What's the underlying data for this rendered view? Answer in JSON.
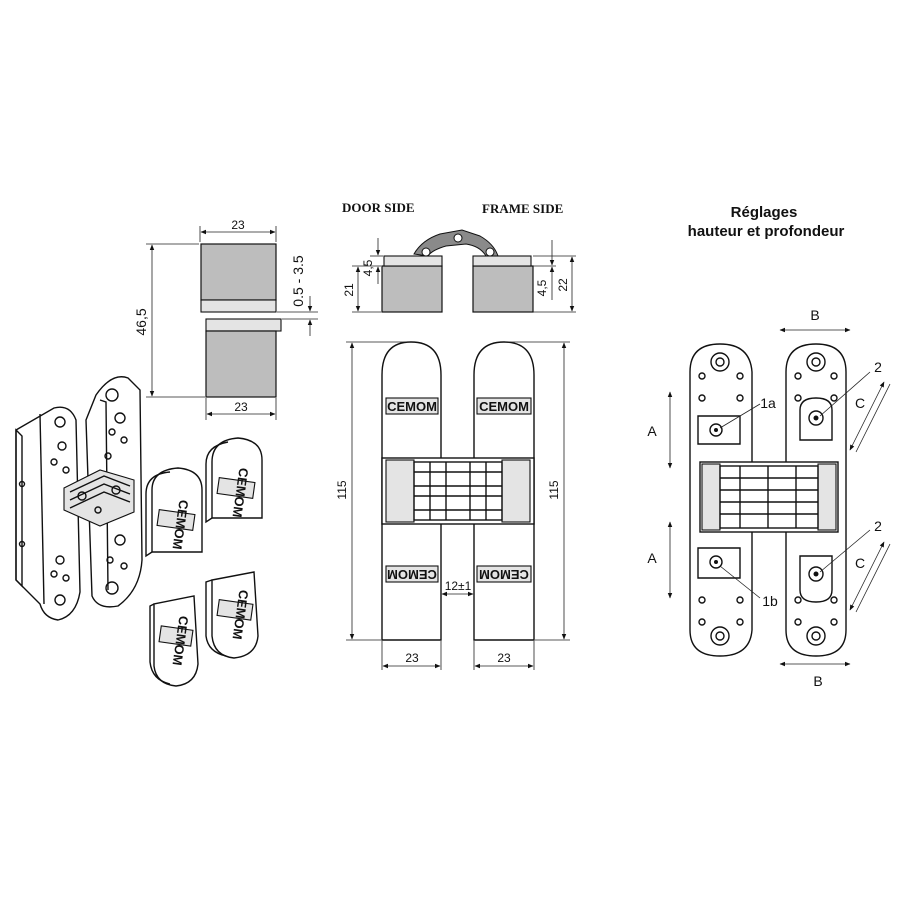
{
  "headings": {
    "door_side": "DOOR SIDE",
    "frame_side": "FRAME SIDE",
    "adjust_line1": "Réglages",
    "adjust_line2": "hauteur et profondeur"
  },
  "brand": "CEMOM",
  "dims_left": {
    "top_width": "23",
    "bottom_width": "23",
    "height": "46,5",
    "gap": "0.5 - 3.5"
  },
  "dims_side": {
    "door_h": "21",
    "door_step": "4,5",
    "frame_step": "4,5",
    "frame_h": "22"
  },
  "dims_front": {
    "length_left": "115",
    "length_right": "115",
    "gap": "12±1",
    "width_left": "23",
    "width_right": "23"
  },
  "adjust_labels": {
    "b_top": "B",
    "b_bottom": "B",
    "a_top": "A",
    "a_bottom": "A",
    "c_top": "C",
    "c_bottom": "C",
    "n1a": "1a",
    "n1b": "1b",
    "n2_top": "2",
    "n2_bottom": "2"
  }
}
